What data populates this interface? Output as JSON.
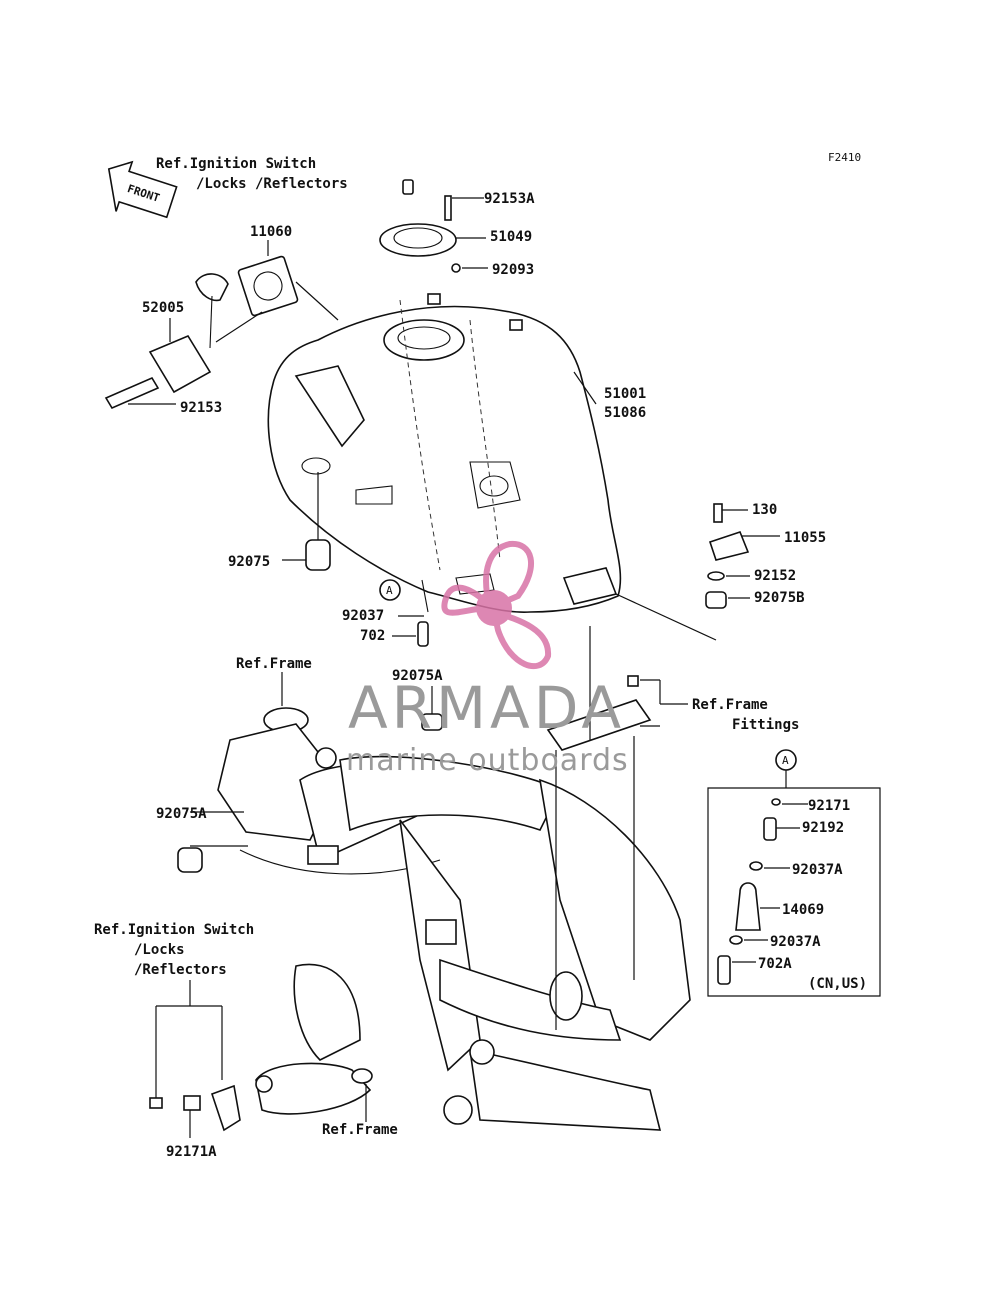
{
  "diagram_code": "F2410",
  "front_arrow_label": "FRONT",
  "refs": {
    "ignition_top": [
      "Ref.Ignition Switch",
      "/Locks /Reflectors"
    ],
    "frame_top": "Ref.Frame",
    "frame_fittings": [
      "Ref.Frame",
      "Fittings"
    ],
    "ignition_bottom": [
      "Ref.Ignition Switch",
      "/Locks",
      "/Reflectors"
    ],
    "frame_bottom": "Ref.Frame"
  },
  "callout_marker": "A",
  "parts": {
    "p92153A": "92153A",
    "p51049": "51049",
    "p92093": "92093",
    "p11060": "11060",
    "p52005": "52005",
    "p92153": "92153",
    "p51001": "51001",
    "p51086": "51086",
    "p130": "130",
    "p11055": "11055",
    "p92152": "92152",
    "p92075B": "92075B",
    "p92075": "92075",
    "p92037": "92037",
    "p702": "702",
    "p92075A_top": "92075A",
    "p92075A_left": "92075A",
    "p92171A": "92171A"
  },
  "inset": {
    "items": [
      "92171",
      "92192",
      "92037A",
      "14069",
      "92037A",
      "702A"
    ],
    "note": "(CN,US)"
  },
  "watermark": {
    "brand": "ARMADA",
    "tagline": "marine outboards",
    "accent_color": "#d873a6",
    "text_color": "#9a9a9a"
  }
}
